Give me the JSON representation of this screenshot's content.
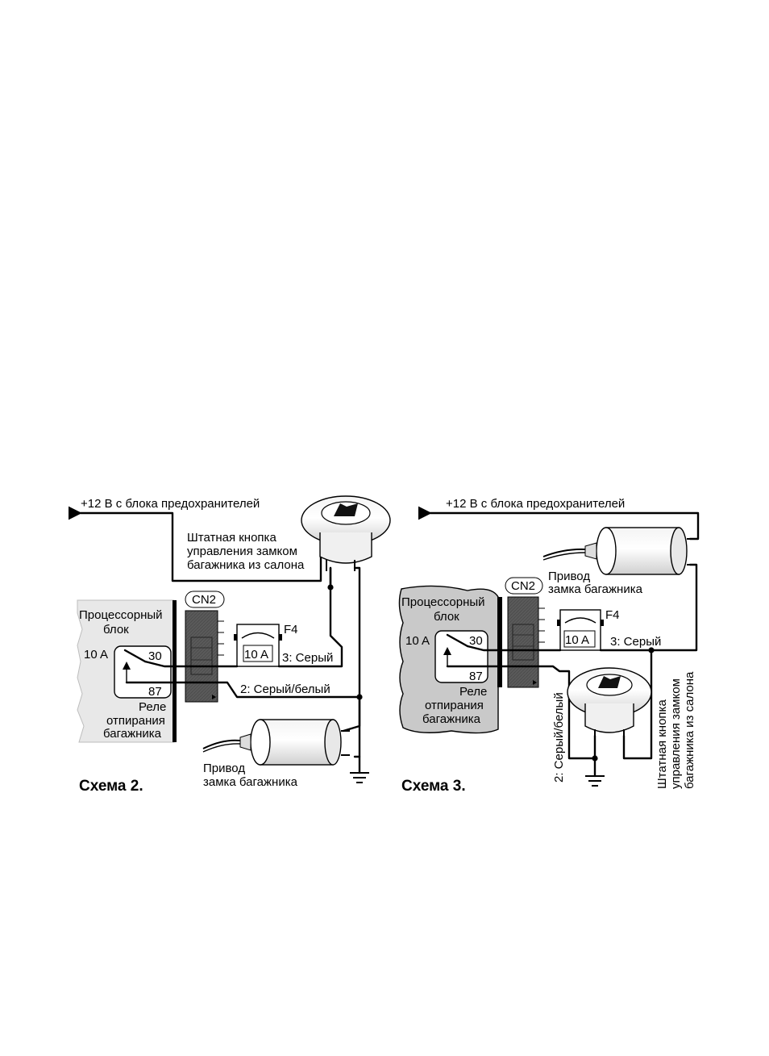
{
  "schemes": [
    {
      "caption": "Схема 2.",
      "power_label": "+12 В с блока предохранителей",
      "button_label": [
        "Штатная кнопка",
        "управления замком",
        "багажника из салона"
      ],
      "processor_label": [
        "Процессорный",
        "блок"
      ],
      "relay_rating": "10 A",
      "relay_pin_30": "30",
      "relay_pin_87": "87",
      "relay_label": [
        "Реле",
        "отпирания",
        "багажника"
      ],
      "connector_label": "CN2",
      "fuse_name": "F4",
      "fuse_rating": "10 A",
      "wire_3_label": "3: Серый",
      "wire_2_label": "2: Серый/белый",
      "actuator_label": [
        "Привод",
        "замка багажника"
      ]
    },
    {
      "caption": "Схема 3.",
      "power_label": "+12 В с блока предохранителей",
      "button_label": [
        "Штатная кнопка",
        "управления замком",
        "багажника из салона"
      ],
      "processor_label": [
        "Процессорный",
        "блок"
      ],
      "relay_rating": "10 A",
      "relay_pin_30": "30",
      "relay_pin_87": "87",
      "relay_label": [
        "Реле",
        "отпирания",
        "багажника"
      ],
      "connector_label": "CN2",
      "fuse_name": "F4",
      "fuse_rating": "10 A",
      "wire_3_label": "3: Серый",
      "wire_2_label": "2: Серый/белый",
      "actuator_label": [
        "Привод",
        "замка багажника"
      ]
    }
  ]
}
